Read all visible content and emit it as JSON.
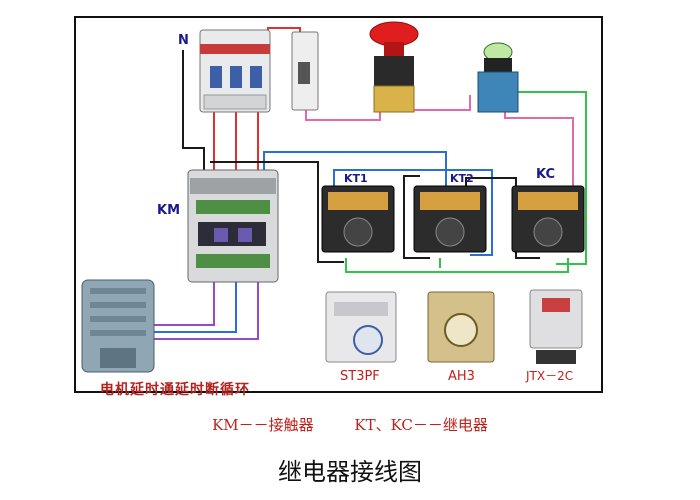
{
  "diagram": {
    "neutral_label": "N",
    "contactor_label": "KM",
    "relay_labels": [
      "KT1",
      "KT2",
      "KC"
    ],
    "product_labels": [
      "ST3PF",
      "AH3",
      "JTX－2C"
    ],
    "caption": "电机延时通延时断循环"
  },
  "legend": {
    "contactor": "KM－－接触器",
    "relays": "KT、KC－－继电器"
  },
  "title": "继电器接线图",
  "colors": {
    "wire_black": "#1a1a1a",
    "wire_red": "#e0322d",
    "wire_blue": "#2a6fd6",
    "wire_green": "#35c24a",
    "wire_purple": "#9b47c9",
    "wire_pink": "#e26aa8",
    "text_red": "#c0201b",
    "label_blue": "#1a1a8c"
  }
}
